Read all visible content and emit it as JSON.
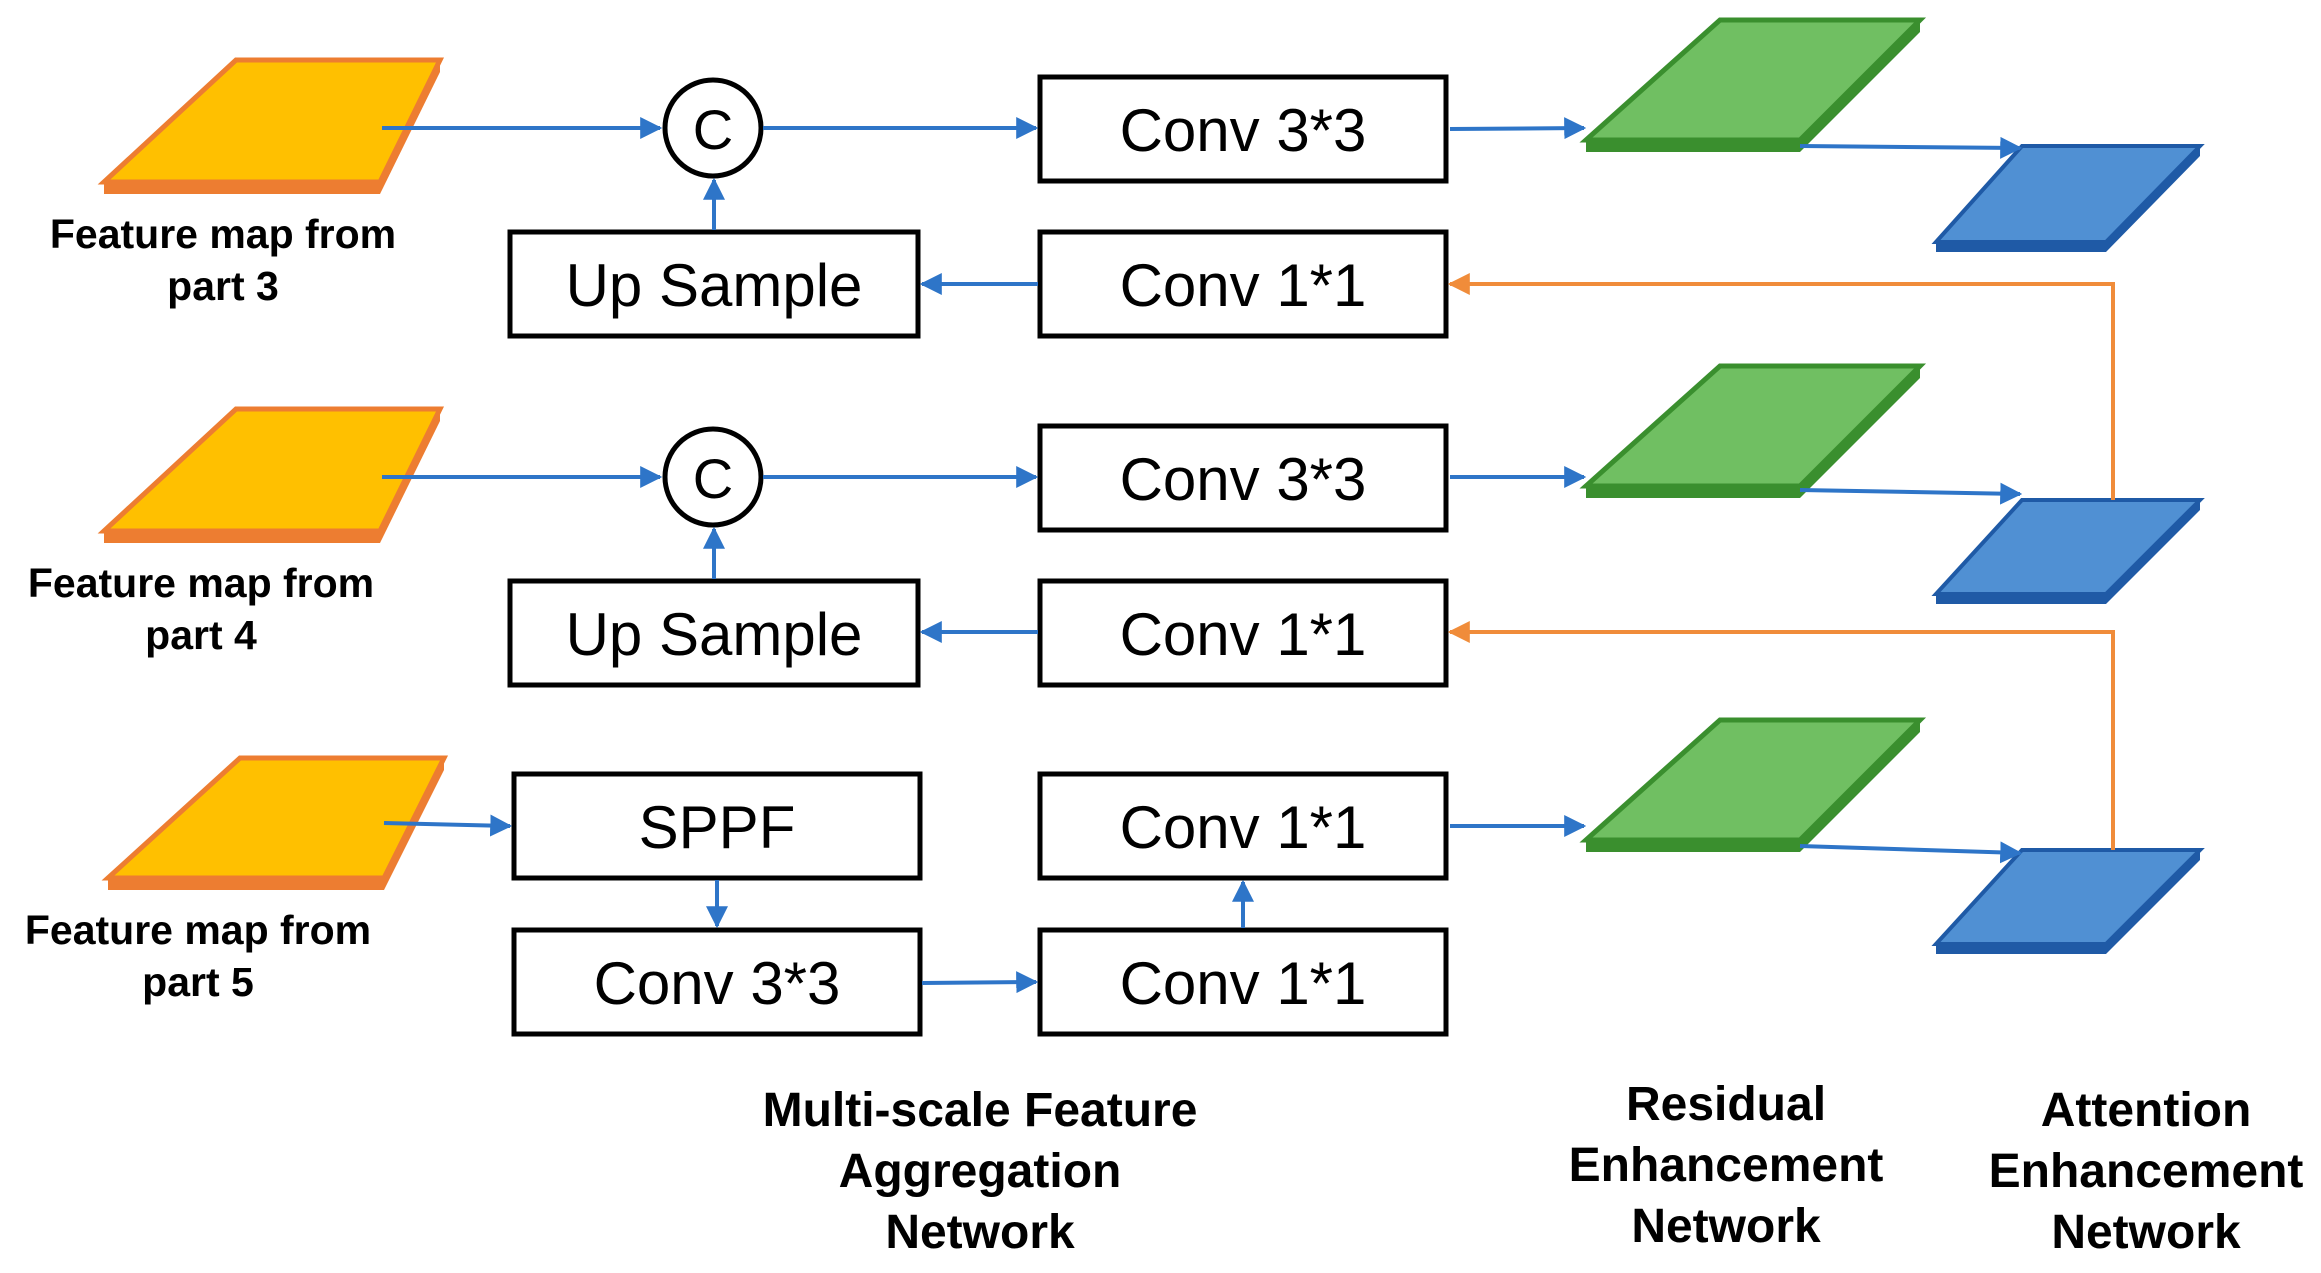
{
  "feature_maps": [
    {
      "line1": "Feature map from",
      "line2": "part 3"
    },
    {
      "line1": "Feature map from",
      "line2": "part 4"
    },
    {
      "line1": "Feature map from",
      "line2": "part 5"
    }
  ],
  "concat_symbol": "C",
  "boxes": {
    "conv33_a": "Conv 3*3",
    "upsample_a": "Up Sample",
    "conv11_a": "Conv 1*1",
    "conv33_b": "Conv 3*3",
    "upsample_b": "Up Sample",
    "conv11_b": "Conv 1*1",
    "sppf": "SPPF",
    "conv11_c": "Conv 1*1",
    "conv33_c": "Conv 3*3",
    "conv11_d": "Conv 1*1"
  },
  "sections": {
    "msfa": [
      "Multi-scale Feature",
      "Aggregation",
      "Network"
    ],
    "ren": [
      "Residual",
      "Enhancement",
      "Network"
    ],
    "aen": [
      "Attention",
      "Enhancement",
      "Network"
    ]
  },
  "colors": {
    "feature_map_fill": "#FFC000",
    "feature_map_edge": "#ED7D31",
    "residual_fill": "#70BF62",
    "residual_edge": "#3A8F2E",
    "attention_fill": "#5090D3",
    "attention_edge": "#1F5AA6",
    "arrow_blue": "#2E75C8",
    "arrow_orange": "#F08C3A"
  }
}
